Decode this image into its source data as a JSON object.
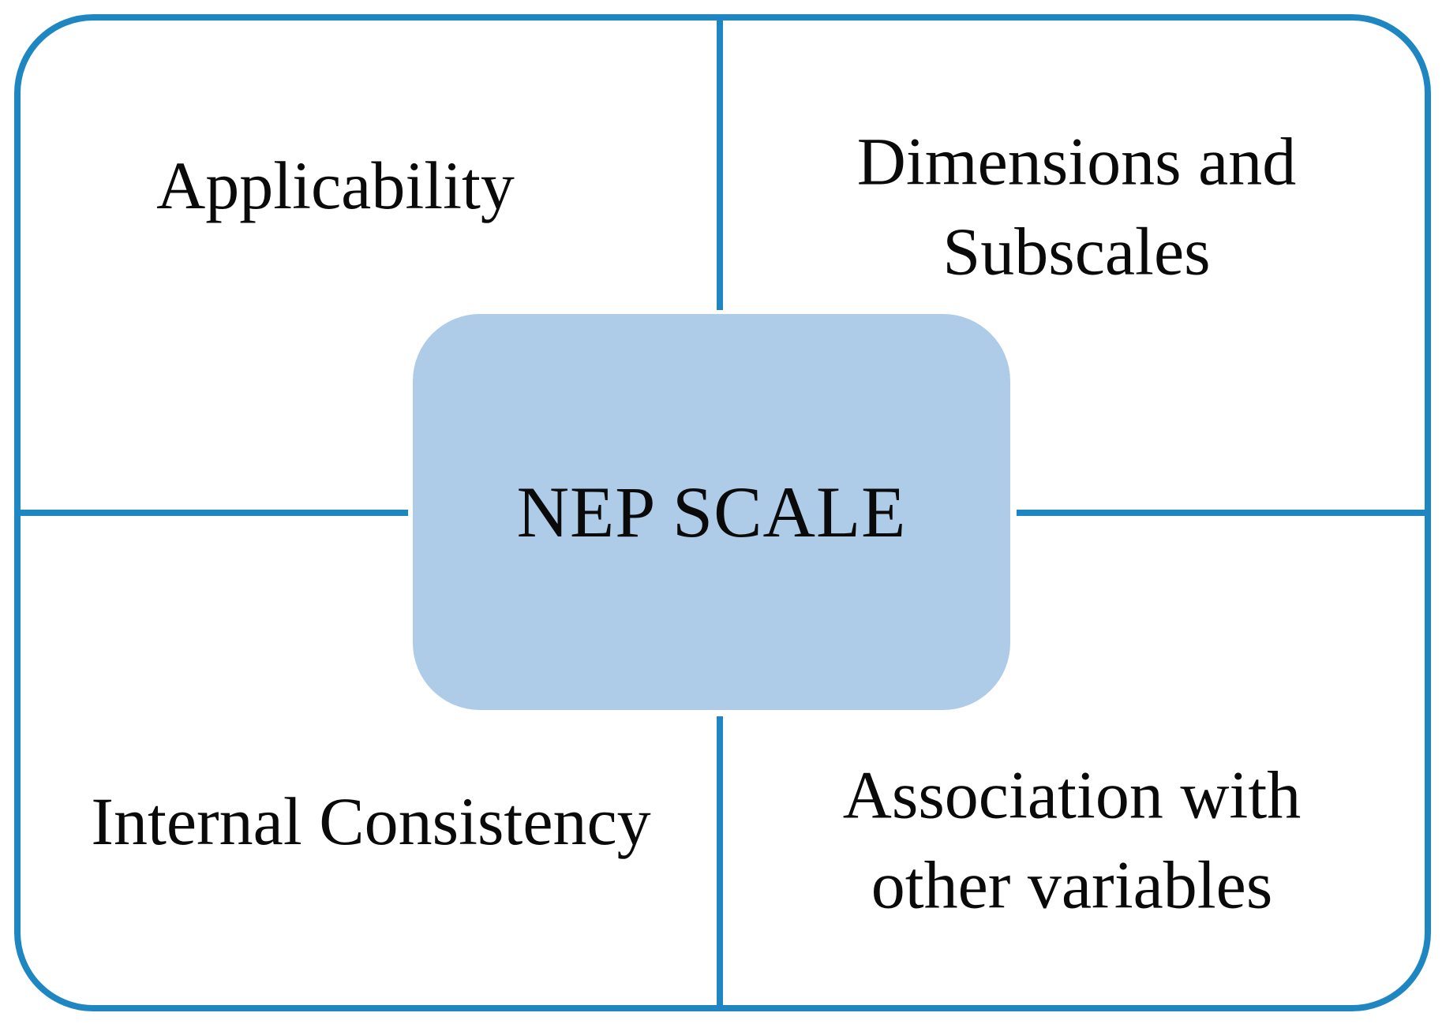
{
  "diagram": {
    "title": "NEP Scale quadrant diagram",
    "center": {
      "label": "NEP SCALE"
    },
    "quadrants": [
      {
        "id": "applicability",
        "position": "top-left",
        "lines": [
          "Applicability"
        ]
      },
      {
        "id": "dimensions-subscales",
        "position": "top-right",
        "lines": [
          "Dimensions and",
          "Subscales"
        ]
      },
      {
        "id": "internal-consistency",
        "position": "bottom-left",
        "lines": [
          "Internal Consistency"
        ]
      },
      {
        "id": "association-other-variables",
        "position": "bottom-right",
        "lines": [
          "Association with",
          "other variables"
        ]
      }
    ],
    "colors": {
      "line": "#1E86C1",
      "center_fill": "#AECBE8",
      "text": "#0A0A0A",
      "background": "#FFFFFF"
    }
  }
}
